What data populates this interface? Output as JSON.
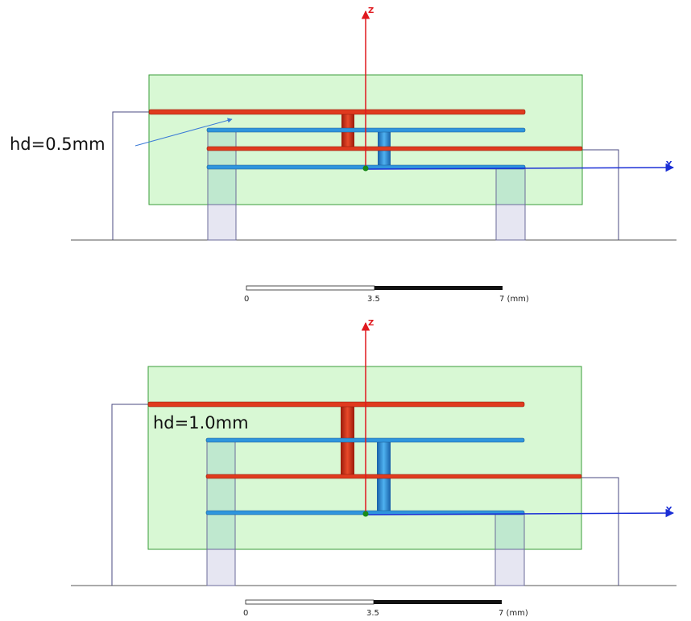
{
  "panels": [
    {
      "id": "top",
      "annotation": "hd=0.5mm",
      "axis_z": "Z",
      "axis_y": "Y"
    },
    {
      "id": "bottom",
      "annotation": "hd=1.0mm",
      "axis_z": "Z",
      "axis_y": "Y"
    }
  ],
  "scale_bar": {
    "ticks": [
      "0",
      "3.5",
      "7 (mm)"
    ]
  },
  "colors": {
    "substrate": "#d4f7cf",
    "substrate_edge": "#3a9d3a",
    "red_layer": "#e03a1e",
    "blue_layer": "#2f95dd",
    "axis_z": "#e0191f",
    "axis_y": "#1b2fd6",
    "outline": "#5b5b8e",
    "port": "#e6e6f2"
  }
}
